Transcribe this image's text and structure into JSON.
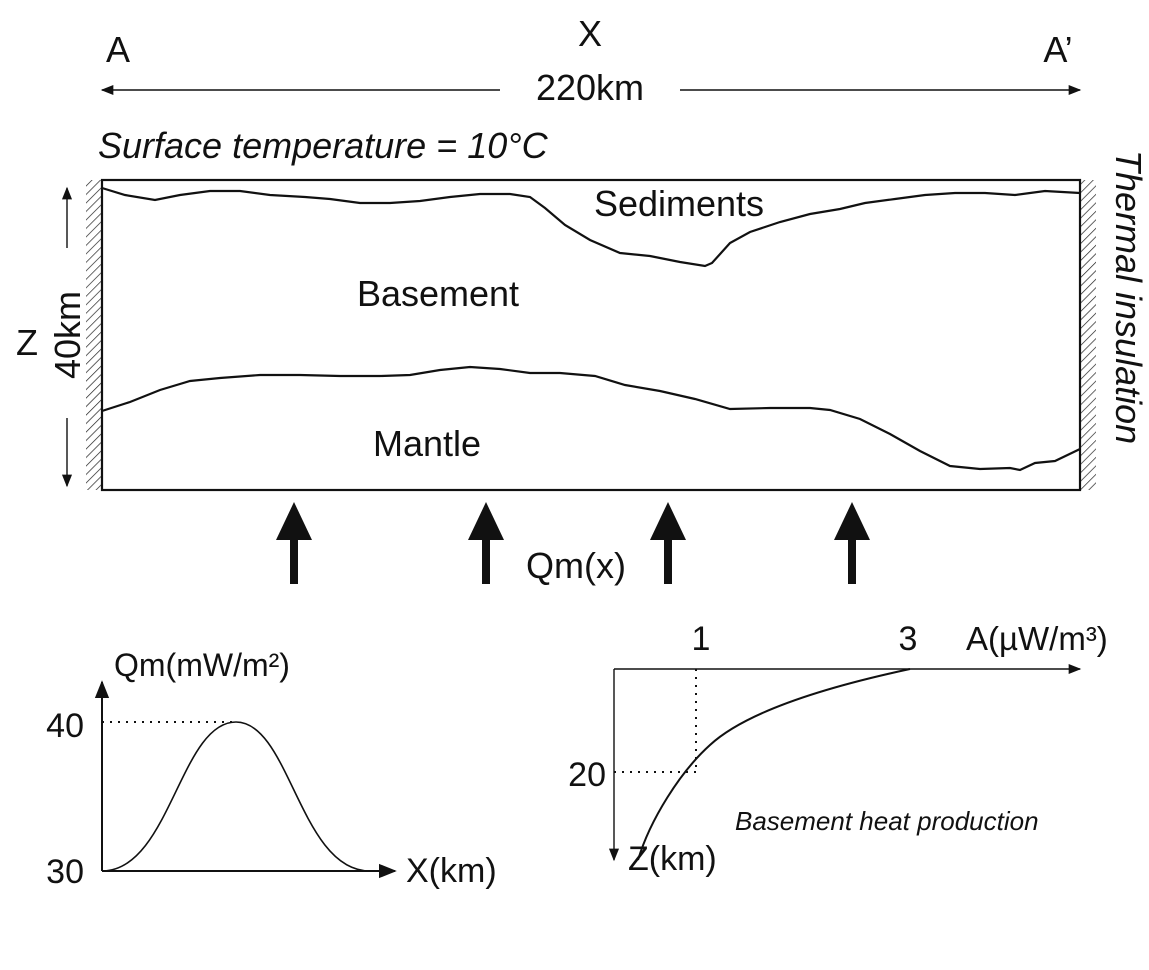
{
  "section": {
    "start_label": "A",
    "end_label": "A’",
    "x_axis_label": "X",
    "width_label": "220km",
    "surface_condition": "Surface temperature = 10°C",
    "depth_axis_label": "Z",
    "depth_label": "40km",
    "side_condition": "Thermal insulation",
    "layers": [
      "Sediments",
      "Basement",
      "Mantle"
    ],
    "basal_flux_label": "Qm(x)"
  },
  "flux_plot": {
    "y_label": "Qm(mW/m²)",
    "x_label": "X(km)",
    "y_max_tick": "40",
    "y_min_tick": "30"
  },
  "heat_plot": {
    "x_label": "A(µW/m³)",
    "y_label": "Z(km)",
    "x_tick_1": "1",
    "x_tick_3": "3",
    "y_tick": "20",
    "caption": "Basement heat production"
  }
}
